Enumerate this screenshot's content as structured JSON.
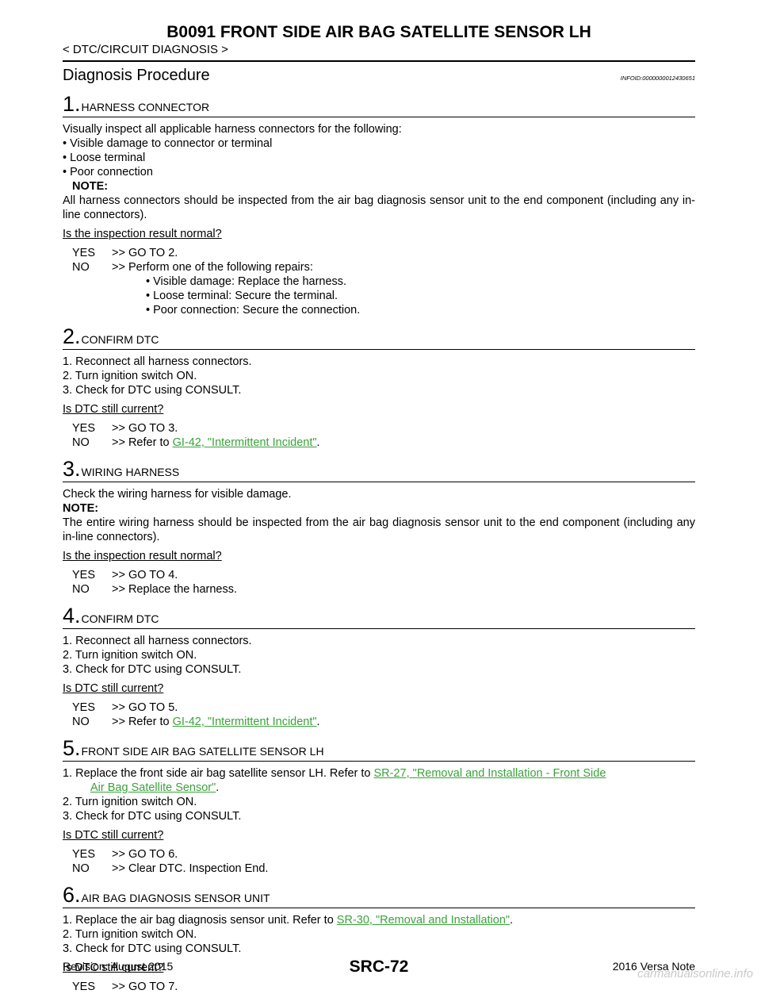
{
  "header": {
    "title": "B0091 FRONT SIDE AIR BAG SATELLITE SENSOR LH",
    "breadcrumb": "< DTC/CIRCUIT DIAGNOSIS >"
  },
  "procedure": {
    "title": "Diagnosis Procedure",
    "infoid": "INFOID:0000000012430651"
  },
  "steps": [
    {
      "num": "1",
      "title": "HARNESS CONNECTOR",
      "lines": [
        "Visually inspect all applicable harness connectors for the following:",
        "• Visible damage to connector or terminal",
        "• Loose terminal",
        "• Poor connection"
      ],
      "note_label": "NOTE:",
      "note_text": "All harness connectors should be inspected from the air bag diagnosis sensor unit to the end component (including any in-line connectors).",
      "question": "Is the inspection result normal?",
      "yes_key": "YES",
      "yes_val": ">> GO TO 2.",
      "no_key": "NO",
      "no_val": ">>   Perform one of the following repairs:",
      "no_sub": [
        "• Visible damage: Replace the harness.",
        "• Loose terminal: Secure the terminal.",
        "• Poor connection: Secure the connection."
      ]
    },
    {
      "num": "2",
      "title": "CONFIRM DTC",
      "lines": [
        "1.   Reconnect all harness connectors.",
        "2.   Turn ignition switch ON.",
        "3.   Check for DTC using CONSULT."
      ],
      "question": "Is DTC still current?",
      "yes_key": "YES",
      "yes_val": ">> GO TO 3.",
      "no_key": "NO",
      "no_pre": ">> Refer to ",
      "no_link": "GI-42, \"Intermittent Incident\"",
      "no_post": "."
    },
    {
      "num": "3",
      "title": "WIRING HARNESS",
      "lines": [
        "Check the wiring harness for visible damage."
      ],
      "note_label": "NOTE:",
      "note_text": "The entire wiring harness should be inspected from the air bag diagnosis sensor unit to the end component (including any in-line connectors).",
      "question": "Is the inspection result normal?",
      "yes_key": "YES",
      "yes_val": ">> GO TO 4.",
      "no_key": "NO",
      "no_val": ">> Replace the harness."
    },
    {
      "num": "4",
      "title": "CONFIRM DTC",
      "lines": [
        "1.   Reconnect all harness connectors.",
        "2.   Turn ignition switch ON.",
        "3.   Check for DTC using CONSULT."
      ],
      "question": "Is DTC still current?",
      "yes_key": "YES",
      "yes_val": ">> GO TO 5.",
      "no_key": "NO",
      "no_pre": ">> Refer to ",
      "no_link": "GI-42, \"Intermittent Incident\"",
      "no_post": "."
    },
    {
      "num": "5",
      "title": "FRONT SIDE AIR BAG SATELLITE SENSOR LH",
      "first_pre": "1.   Replace the front side air bag satellite sensor LH. Refer to ",
      "first_link_a": "SR-27, \"Removal and Installation - Front Side",
      "first_link_b": "Air Bag Satellite Sensor\"",
      "first_post": ".",
      "lines": [
        "2.   Turn ignition switch ON.",
        "3.   Check for DTC using CONSULT."
      ],
      "question": "Is DTC still current?",
      "yes_key": "YES",
      "yes_val": ">> GO TO 6.",
      "no_key": "NO",
      "no_val": ">> Clear DTC. Inspection End."
    },
    {
      "num": "6",
      "title": "AIR BAG DIAGNOSIS SENSOR UNIT",
      "first_pre": "1.   Replace the air bag diagnosis sensor unit. Refer to ",
      "first_link": "SR-30, \"Removal and Installation\"",
      "first_post": ".",
      "lines": [
        "2.   Turn ignition switch ON.",
        "3.   Check for DTC using CONSULT."
      ],
      "question": "Is DTC still current?",
      "yes_key": "YES",
      "yes_val": ">> GO TO 7."
    }
  ],
  "footer": {
    "revision": "Revision: August 2015",
    "page": "SRC-72",
    "model": "2016 Versa Note",
    "watermark": "carmanualsonline.info"
  },
  "colors": {
    "link": "#3aa33a",
    "watermark": "#c9c9c9"
  }
}
